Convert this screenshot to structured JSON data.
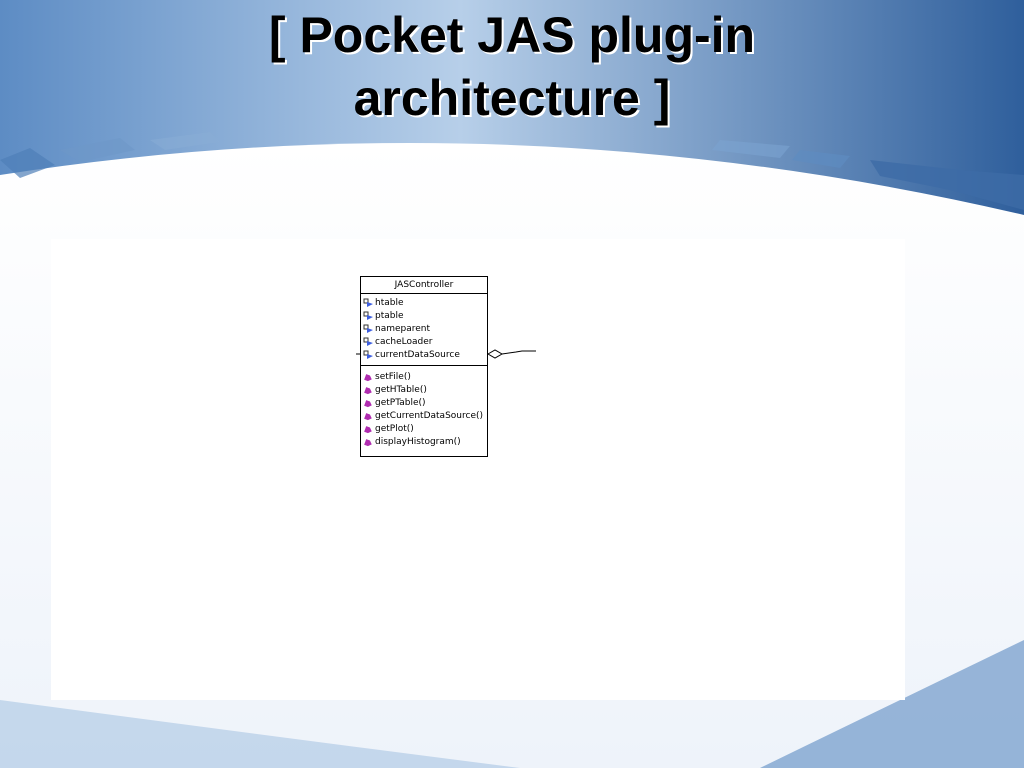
{
  "slide": {
    "title_line1": "[ Pocket JAS plug-in",
    "title_line2": "architecture ]",
    "colors": {
      "background": "#c9daee",
      "stripe": "#3a6aa4",
      "panel": "#ffffff"
    }
  },
  "diagram": {
    "class_name": "JASController",
    "attributes": [
      {
        "label": "htable",
        "icon": "lock-attribute-icon"
      },
      {
        "label": "ptable",
        "icon": "lock-attribute-icon"
      },
      {
        "label": "nameparent",
        "icon": "lock-attribute-icon"
      },
      {
        "label": "cacheLoader",
        "icon": "lock-attribute-icon"
      },
      {
        "label": "currentDataSource",
        "icon": "lock-attribute-icon"
      }
    ],
    "operations": [
      {
        "label": "setFile()",
        "icon": "method-icon"
      },
      {
        "label": "getHTable()",
        "icon": "method-icon"
      },
      {
        "label": "getPTable()",
        "icon": "method-icon"
      },
      {
        "label": "getCurrentDataSource()",
        "icon": "method-icon"
      },
      {
        "label": "getPlot()",
        "icon": "method-icon"
      },
      {
        "label": "displayHistogram()",
        "icon": "method-icon"
      }
    ],
    "association": "aggregation-diamond"
  }
}
